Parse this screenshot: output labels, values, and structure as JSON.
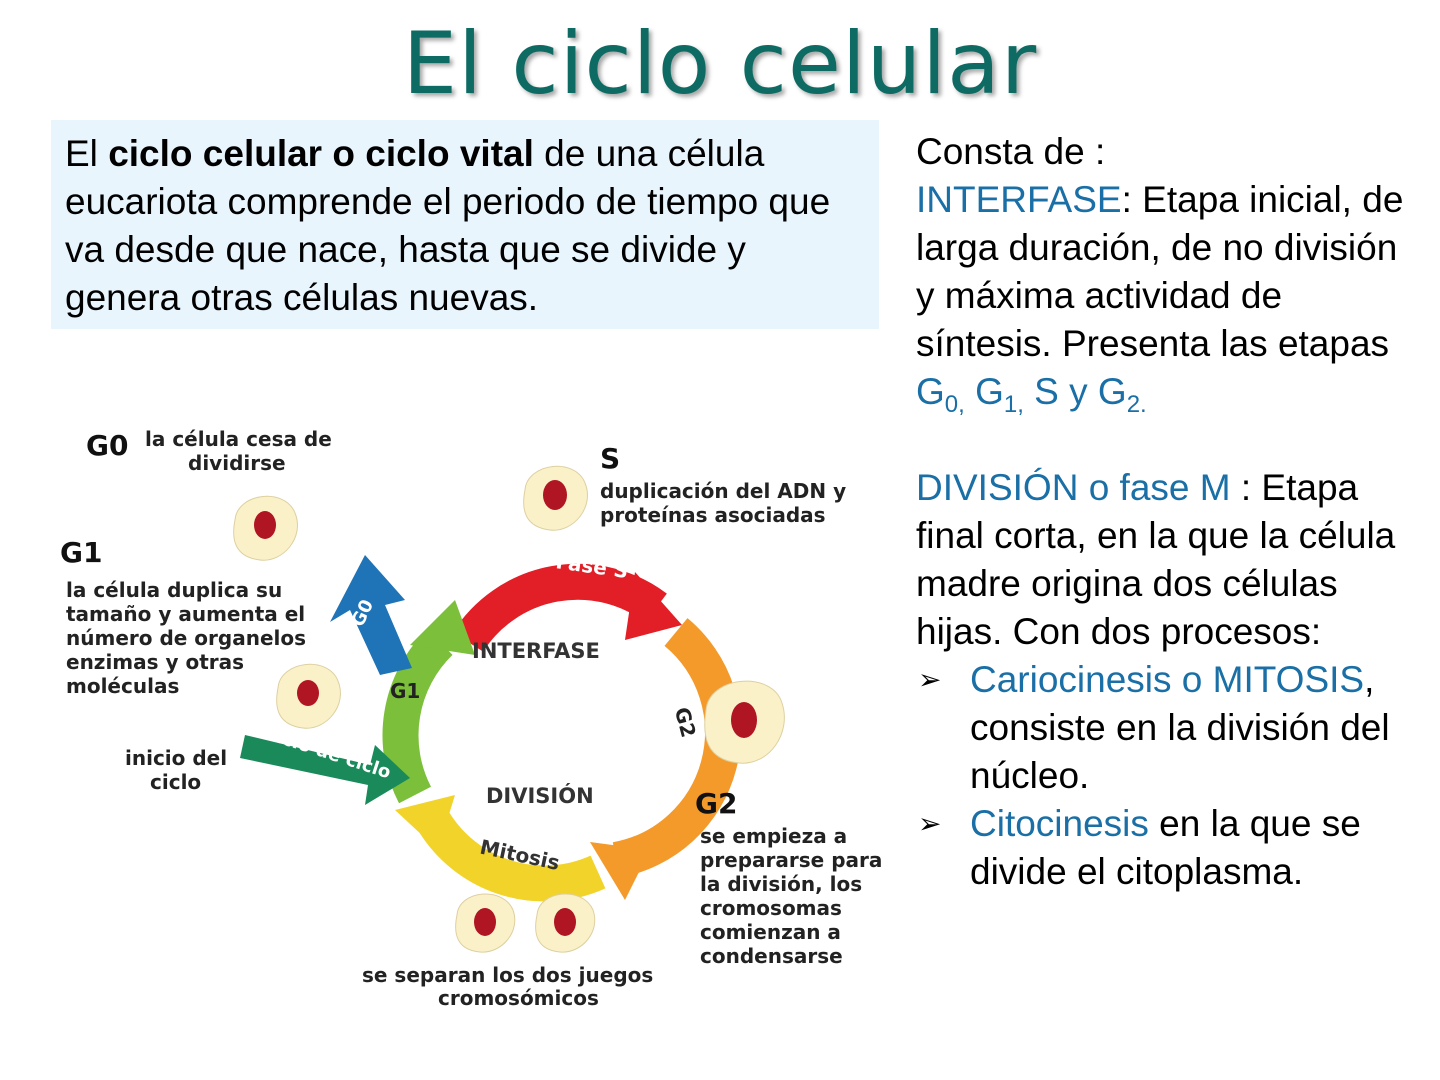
{
  "title": "El ciclo celular",
  "definition": {
    "part1": "El ",
    "bold": "ciclo celular  o ciclo vital",
    "part2": " de una célula eucariota comprende el periodo de tiempo que va desde que nace, hasta que se divide  y genera otras células nuevas."
  },
  "right": {
    "intro": "Consta de :",
    "interfase_label": "INTERFASE",
    "interfase_text": ": Etapa inicial, de larga duración, de no división y máxima actividad de síntesis. Presenta las etapas ",
    "stage_g": "G",
    "sub0": "0,",
    "sub1": "1,",
    "stage_s": " S y G",
    "sub2": "2.",
    "division_label": "DIVISIÓN o fase M",
    "division_text": " : Etapa final corta, en la que la célula madre origina dos células hijas. Con dos procesos:",
    "bullet_symbol": "➢",
    "b1_label": "Cariocinesis o MITOSIS",
    "b1_text": ", consiste en la división del núcleo.",
    "b2_label": "Citocinesis",
    "b2_text": " en la que se divide el citoplasma."
  },
  "diagram": {
    "g0_title": "G0",
    "g0_desc1": "la célula cesa de",
    "g0_desc2": "dividirse",
    "g1_title": "G1",
    "g1_desc": [
      "la célula duplica su",
      "tamaño y aumenta el",
      "número de organelos",
      "enzimas y otras",
      "moléculas"
    ],
    "s_title": "S",
    "s_desc1": "duplicación del ADN y",
    "s_desc2": "proteínas asociadas",
    "g2_title": "G2",
    "g2_desc": [
      "se empieza a",
      "prepararse para",
      "la división, los",
      "cromosomas",
      "comienzan a",
      "condensarse"
    ],
    "inicio1": "inicio del",
    "inicio2": "ciclo",
    "split1": "se separan los dos juegos",
    "split2": "cromosómicos",
    "arc_fase_s": "Fase S",
    "arc_g0": "G0",
    "arc_g1": "G1",
    "arc_g2": "G2",
    "arc_mitosis": "Mitosis",
    "arc_inicio": "Inicio de ciclo",
    "center_interfase": "INTERFASE",
    "center_division": "DIVISIÓN",
    "colors": {
      "fase_s": "#e21e26",
      "g2": "#f39a2b",
      "mitosis": "#f2d32a",
      "g1": "#7bbf3b",
      "g0": "#1f73b7",
      "inicio": "#1a8a5a",
      "nucleus": "#b01524",
      "cell": "#fbf1c9"
    }
  }
}
